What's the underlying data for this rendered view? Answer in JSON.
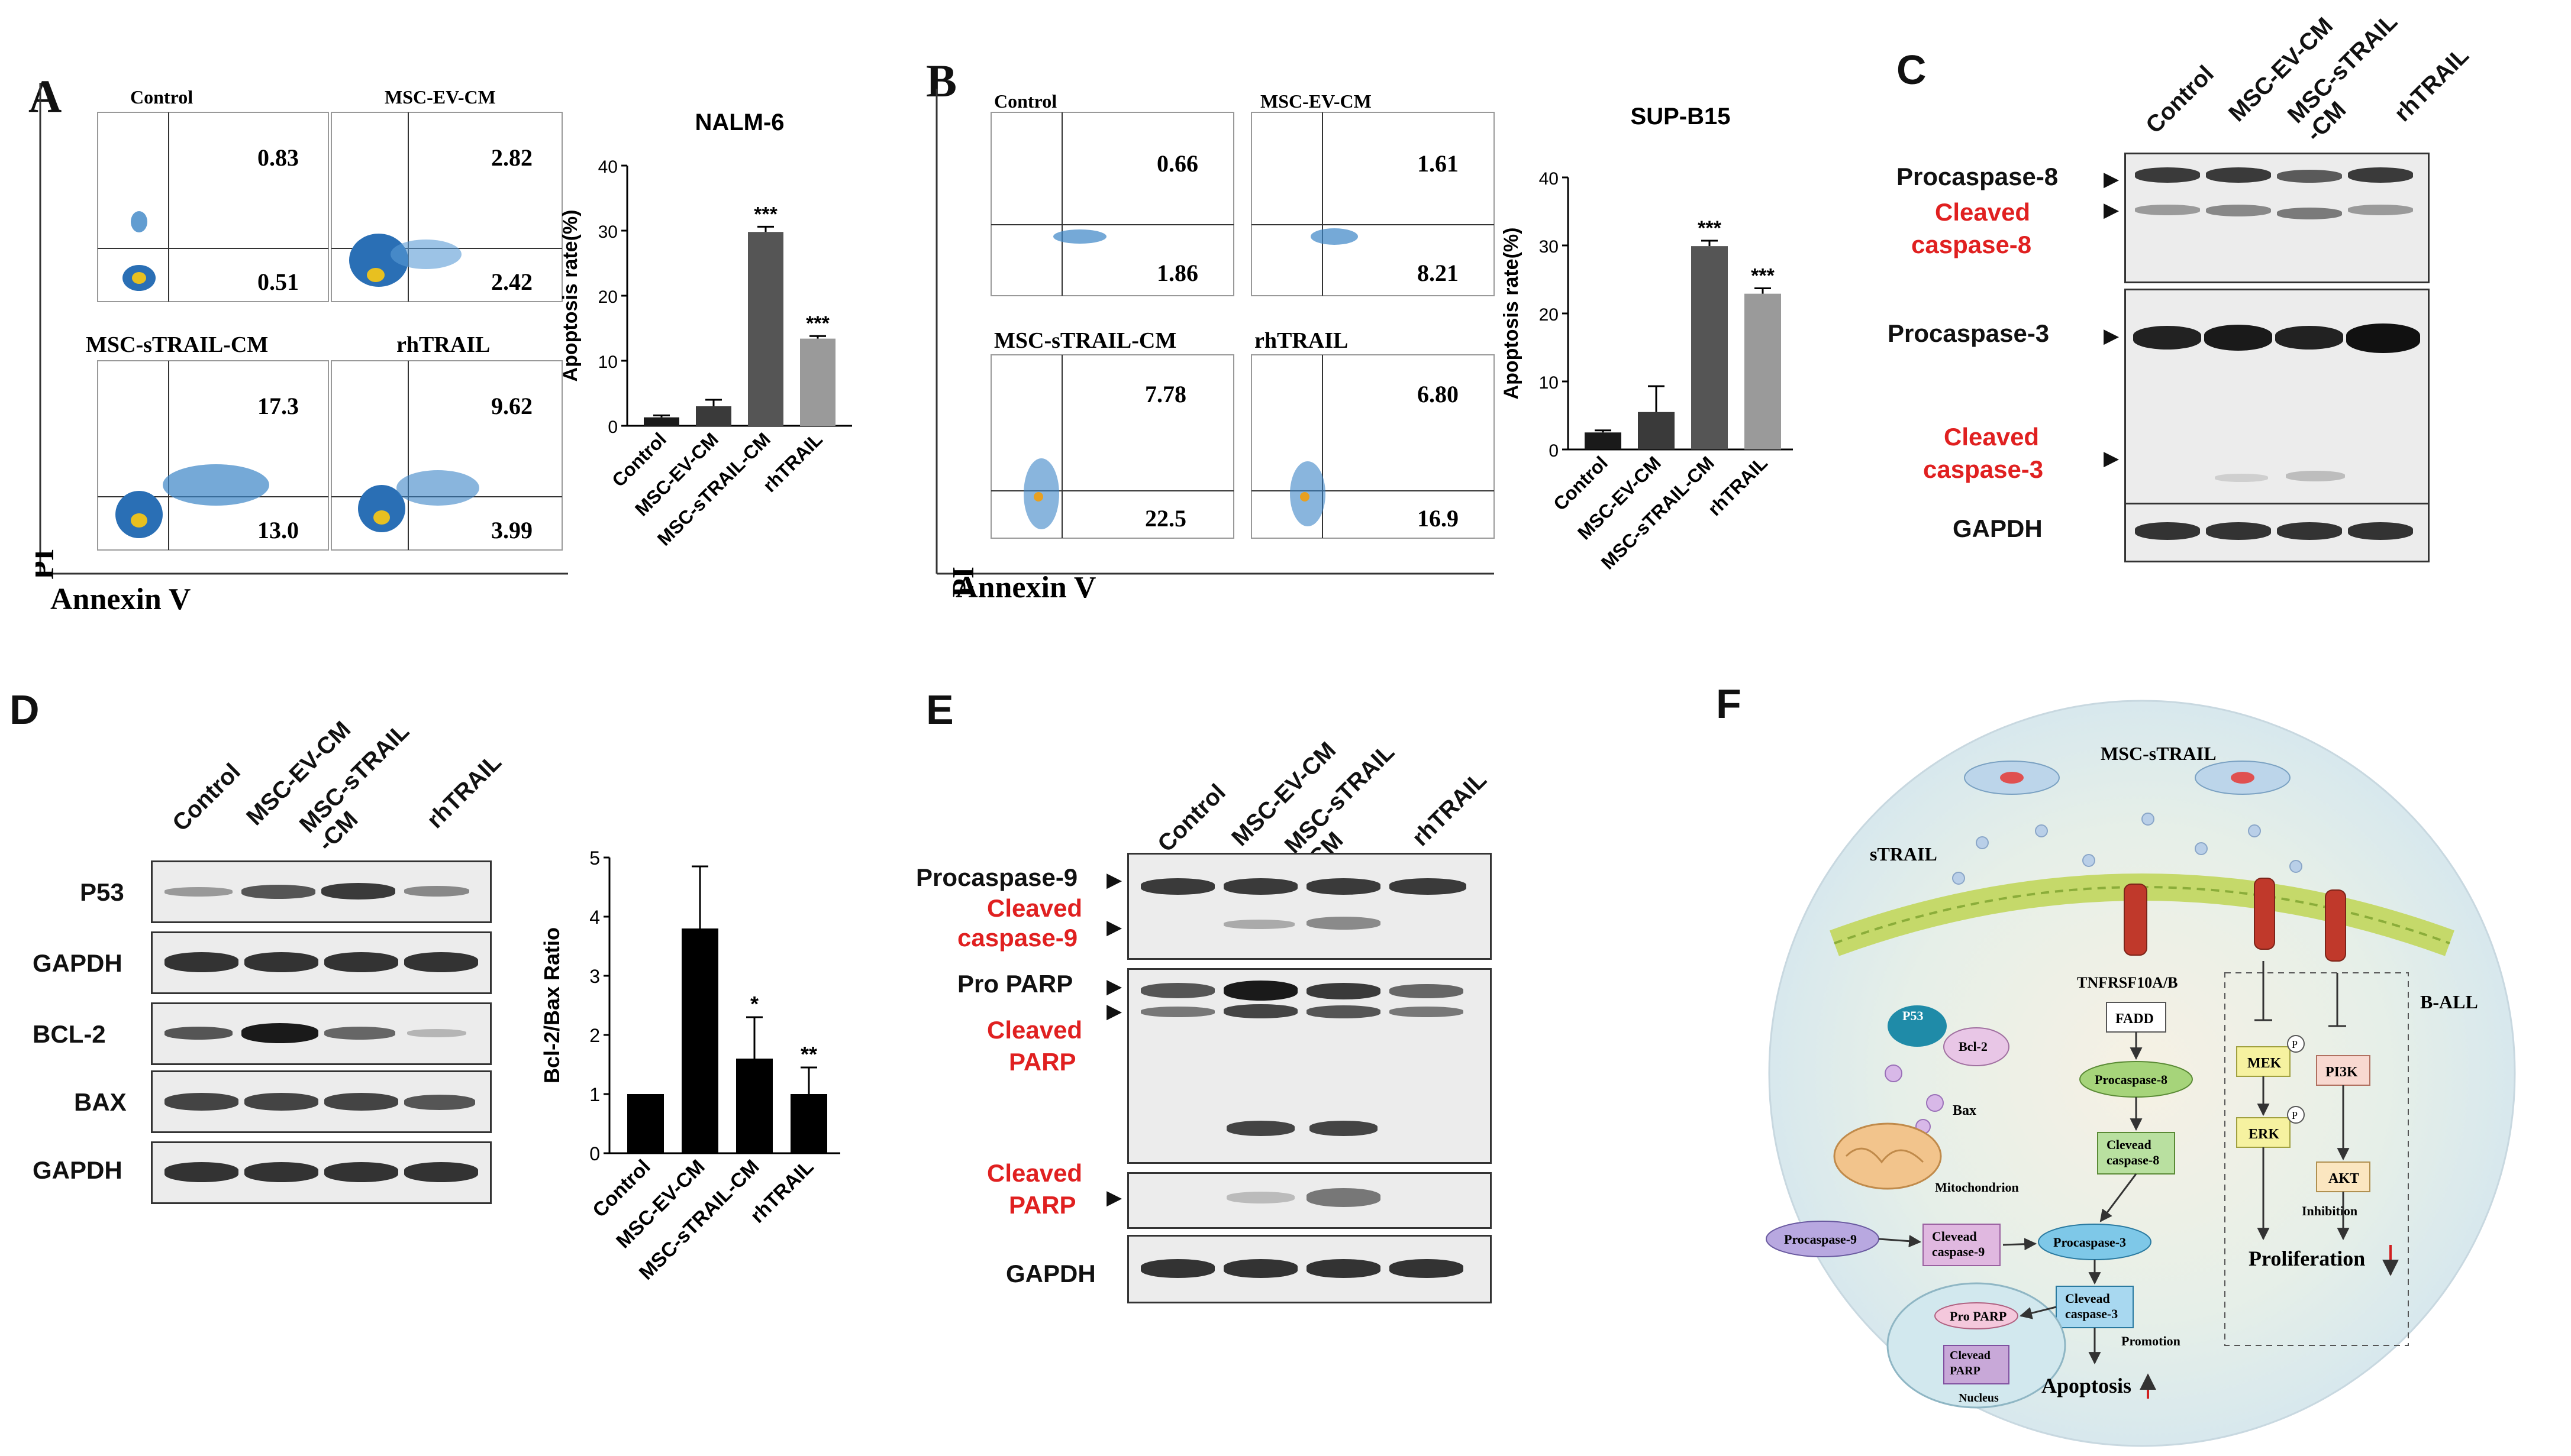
{
  "panels": {
    "A": "A",
    "B": "B",
    "C": "C",
    "D": "D",
    "E": "E",
    "F": "F"
  },
  "flow_A": {
    "plots": [
      {
        "title": "Control",
        "q2": "0.83",
        "q4": "0.51"
      },
      {
        "title": "MSC-EV-CM",
        "q2": "2.82",
        "q4": "2.42"
      },
      {
        "title": "MSC-sTRAIL-CM",
        "q2": "17.3",
        "q4": "13.0"
      },
      {
        "title": "rhTRAIL",
        "q2": "9.62",
        "q4": "3.99"
      }
    ],
    "xlabel": "Annexin V",
    "ylabel": "PI"
  },
  "flow_B": {
    "plots": [
      {
        "title": "Control",
        "q2": "0.66",
        "q4": "1.86"
      },
      {
        "title": "MSC-EV-CM",
        "q2": "1.61",
        "q4": "8.21"
      },
      {
        "title": "MSC-sTRAIL-CM",
        "q2": "7.78",
        "q4": "22.5"
      },
      {
        "title": "rhTRAIL",
        "q2": "6.80",
        "q4": "16.9"
      }
    ],
    "xlabel": "Annexin V",
    "ylabel": "PI"
  },
  "chart_data": [
    {
      "type": "bar",
      "title": "NALM-6",
      "categories": [
        "Control",
        "MSC-EV-CM",
        "MSC-sTRAIL-CM",
        "rhTRAIL"
      ],
      "values": [
        1.3,
        3.0,
        29.8,
        13.4
      ],
      "errors": [
        0.3,
        1.0,
        0.8,
        0.4
      ],
      "significance": [
        "",
        "",
        "***",
        "***"
      ],
      "ylabel": "Apoptosis rate(%)",
      "ylim": [
        0,
        40
      ],
      "yticks": [
        0,
        10,
        20,
        30,
        40
      ],
      "colors": [
        "#1a1a1a",
        "#3a3a3a",
        "#555555",
        "#9a9a9a"
      ]
    },
    {
      "type": "bar",
      "title": "SUP-B15",
      "categories": [
        "Control",
        "MSC-EV-CM",
        "MSC-sTRAIL-CM",
        "rhTRAIL"
      ],
      "values": [
        2.5,
        5.5,
        29.9,
        22.9
      ],
      "errors": [
        0.3,
        3.8,
        0.8,
        0.8
      ],
      "significance": [
        "",
        "",
        "***",
        "***"
      ],
      "ylabel": "Apoptosis rate(%)",
      "ylim": [
        0,
        40
      ],
      "yticks": [
        0,
        10,
        20,
        30,
        40
      ],
      "colors": [
        "#1a1a1a",
        "#3a3a3a",
        "#555555",
        "#9a9a9a"
      ]
    },
    {
      "type": "bar",
      "title": "",
      "categories": [
        "Control",
        "MSC-EV-CM",
        "MSC-sTRAIL-CM",
        "rhTRAIL"
      ],
      "values": [
        1.0,
        3.8,
        1.6,
        1.0
      ],
      "errors": [
        0,
        1.05,
        0.7,
        0.45
      ],
      "significance": [
        "",
        "",
        "*",
        "**"
      ],
      "ylabel": "Bcl-2/Bax Ratio",
      "ylim": [
        0,
        5
      ],
      "yticks": [
        0,
        1,
        2,
        3,
        4,
        5
      ],
      "colors": [
        "#000000",
        "#000000",
        "#000000",
        "#000000"
      ]
    }
  ],
  "western_C": {
    "lanes": [
      "Control",
      "MSC-EV-CM",
      "MSC-sTRAIL\n-CM",
      "rhTRAIL"
    ],
    "labels": {
      "procasp8": "Procaspase-8",
      "cleaved8_a": "Cleaved",
      "cleaved8_b": "caspase-8",
      "procasp3": "Procaspase-3",
      "cleaved3_a": "Cleaved",
      "cleaved3_b": "caspase-3",
      "gapdh": "GAPDH"
    }
  },
  "western_D": {
    "lanes": [
      "Control",
      "MSC-EV-CM",
      "MSC-sTRAIL\n-CM",
      "rhTRAIL"
    ],
    "labels": {
      "p53": "P53",
      "gapdh1": "GAPDH",
      "bcl2": "BCL-2",
      "bax": "BAX",
      "gapdh2": "GAPDH"
    }
  },
  "western_E": {
    "lanes": [
      "Control",
      "MSC-EV-CM",
      "MSC-sTRAIL\n-CM",
      "rhTRAIL"
    ],
    "labels": {
      "procasp9": "Procaspase-9",
      "cleaved9_a": "Cleaved",
      "cleaved9_b": "caspase-9",
      "proparp": "Pro PARP",
      "cparp_a": "Cleaved",
      "cparp_b": "PARP",
      "cparp2_a": "Cleaved",
      "cparp2_b": "PARP",
      "gapdh": "GAPDH"
    }
  },
  "diagram_F": {
    "msc": "MSC-sTRAIL",
    "strail": "sTRAIL",
    "ball": "B-ALL",
    "receptor": "TNFRSF10A/B",
    "fadd": "FADD",
    "p53": "P53",
    "bcl2": "Bcl-2",
    "bax": "Bax",
    "mito": "Mitochondrion",
    "procasp8": "Procaspase-8",
    "cleaved8": "Clevead\ncaspase-8",
    "procasp9": "Procaspase-9",
    "cleaved9": "Clevead\ncaspase-9",
    "procasp3": "Procaspase-3",
    "cleaved3": "Clevead\ncaspase-3",
    "proparp": "Pro PARP",
    "cleavedparp": "Clevead\nPARP",
    "nucleus": "Nucleus",
    "mek": "MEK",
    "erk": "ERK",
    "pi3k": "PI3K",
    "akt": "AKT",
    "p": "P",
    "inhibition": "Inhibition",
    "promotion": "Promotion",
    "proliferation": "Proliferation",
    "apoptosis": "Apoptosis"
  }
}
